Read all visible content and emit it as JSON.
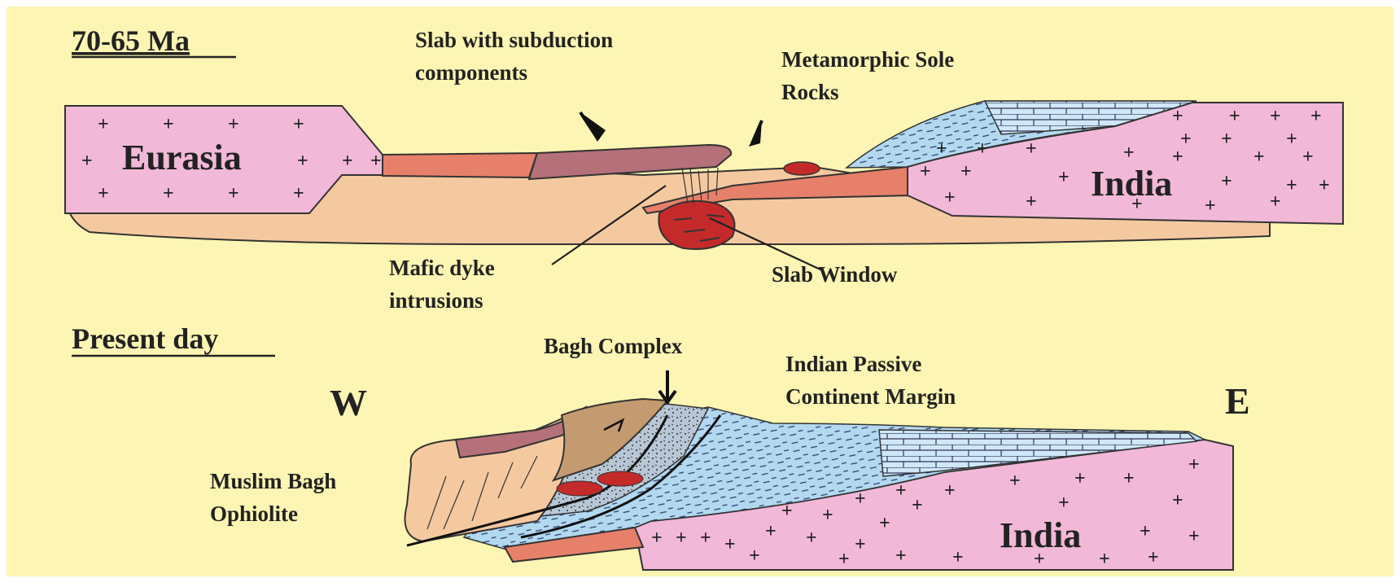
{
  "panel_top": {
    "title": "70-65 Ma",
    "labels": {
      "slab_with_subduction_line1": "Slab with subduction",
      "slab_with_subduction_line2": "components",
      "metamorphic_sole_line1": "Metamorphic Sole",
      "metamorphic_sole_line2": "Rocks",
      "eurasia": "Eurasia",
      "india": "India",
      "mafic_dyke_line1": "Mafic dyke",
      "mafic_dyke_line2": "intrusions",
      "slab_window": "Slab Window"
    }
  },
  "panel_bottom": {
    "title": "Present day",
    "labels": {
      "bagh_complex": "Bagh Complex",
      "indian_passive_line1": "Indian Passive",
      "indian_passive_line2": "Continent Margin",
      "west": "W",
      "east": "E",
      "muslim_bagh_line1": "Muslim Bagh",
      "muslim_bagh_line2": "Ophiolite",
      "india": "India"
    }
  },
  "colors": {
    "background": "#fdf5b3",
    "continental_crust": "#f2b8d8",
    "mantle_lithosphere": "#f5c9a0",
    "oceanic_slab": "#e7806a",
    "ophiolite_slab": "#b5707a",
    "melt": "#c42a2a",
    "sediment_wedge": "#b3d9f0",
    "carbonate_platform": "#cfe8f8"
  }
}
